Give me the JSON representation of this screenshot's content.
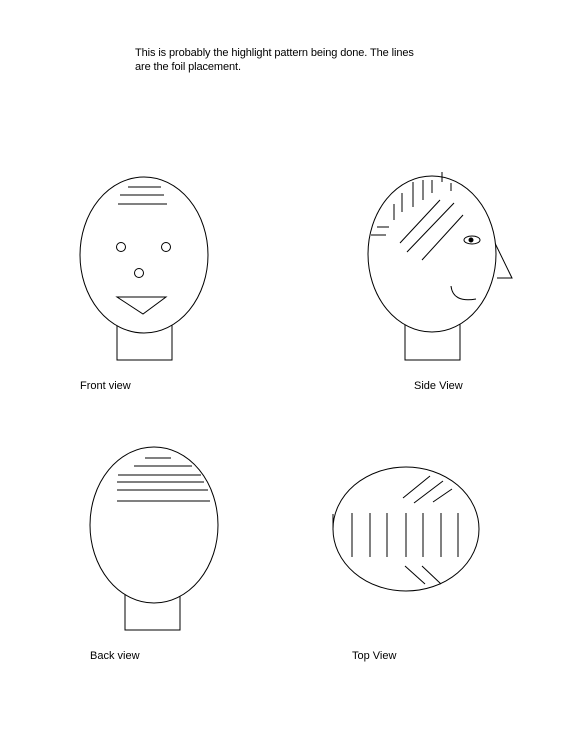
{
  "caption": {
    "line1": "This is probably the highlight pattern being done. The lines",
    "line2": "are the foil placement."
  },
  "views": {
    "front": "Front view",
    "side": "Side View",
    "back": "Back view",
    "top": "Top View"
  },
  "colors": {
    "ink": "#000000",
    "background": "#ffffff"
  }
}
